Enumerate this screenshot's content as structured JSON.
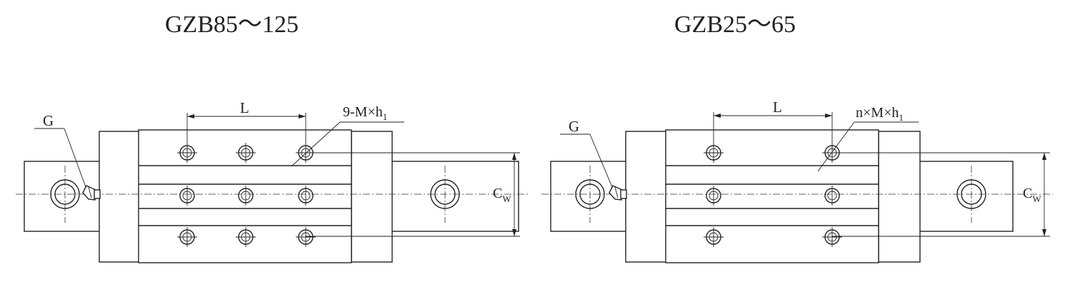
{
  "drawings": [
    {
      "title": "GZB85～125",
      "g_label": "G",
      "l_label": "L",
      "hole_label": "9-M×h",
      "hole_sub": "1",
      "cw_label": "C",
      "cw_sub": "W",
      "hole_columns": 3
    },
    {
      "title": "GZB25～65",
      "g_label": "G",
      "l_label": "L",
      "hole_label": "n×M×h",
      "hole_sub": "1",
      "cw_label": "C",
      "cw_sub": "W",
      "hole_columns": 2
    }
  ]
}
